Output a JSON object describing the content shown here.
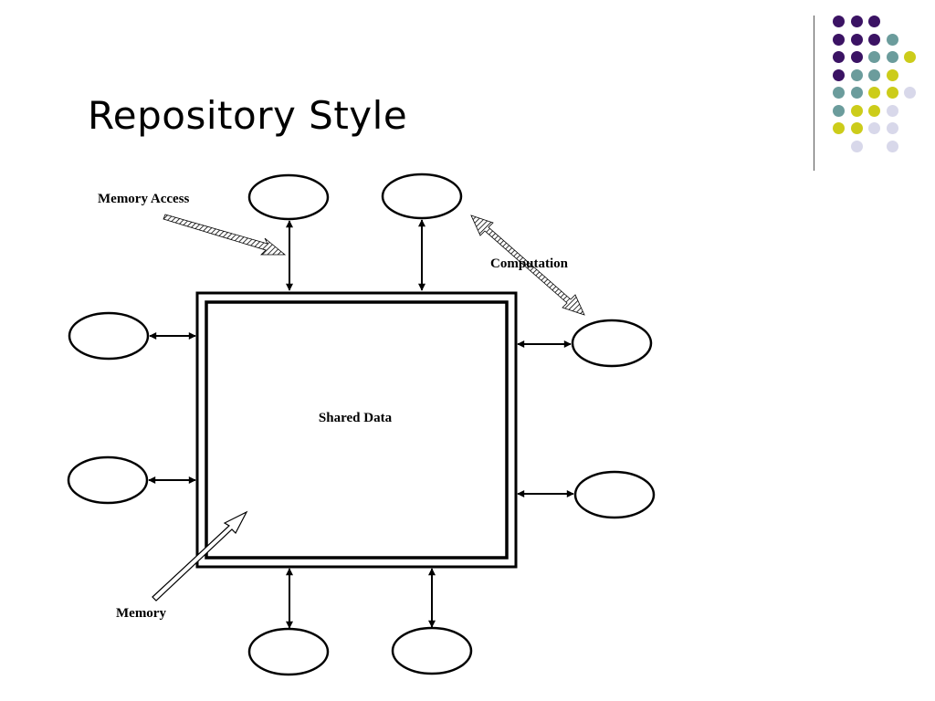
{
  "slide": {
    "title": "Repository Style"
  },
  "decoration": {
    "palette": {
      "purple": "#3b1364",
      "teal": "#6b9c9c",
      "yellow": "#cccc1a",
      "lavender": "#d8d8ea"
    },
    "dot_grid": [
      [
        "purple",
        "purple",
        "purple",
        null,
        null
      ],
      [
        "purple",
        "purple",
        "purple",
        "teal",
        null
      ],
      [
        "purple",
        "purple",
        "teal",
        "teal",
        "yellow"
      ],
      [
        "purple",
        "teal",
        "teal",
        "yellow",
        null
      ],
      [
        "teal",
        "teal",
        "yellow",
        "yellow",
        "lavender"
      ],
      [
        "teal",
        "yellow",
        "yellow",
        "lavender",
        null
      ],
      [
        "yellow",
        "yellow",
        "lavender",
        "lavender",
        null
      ],
      [
        null,
        "lavender",
        null,
        "lavender",
        null
      ]
    ]
  },
  "diagram": {
    "center_label": "Shared Data",
    "labels": {
      "memory_access": "Memory Access",
      "computation": "Computation",
      "memory": "Memory"
    }
  }
}
